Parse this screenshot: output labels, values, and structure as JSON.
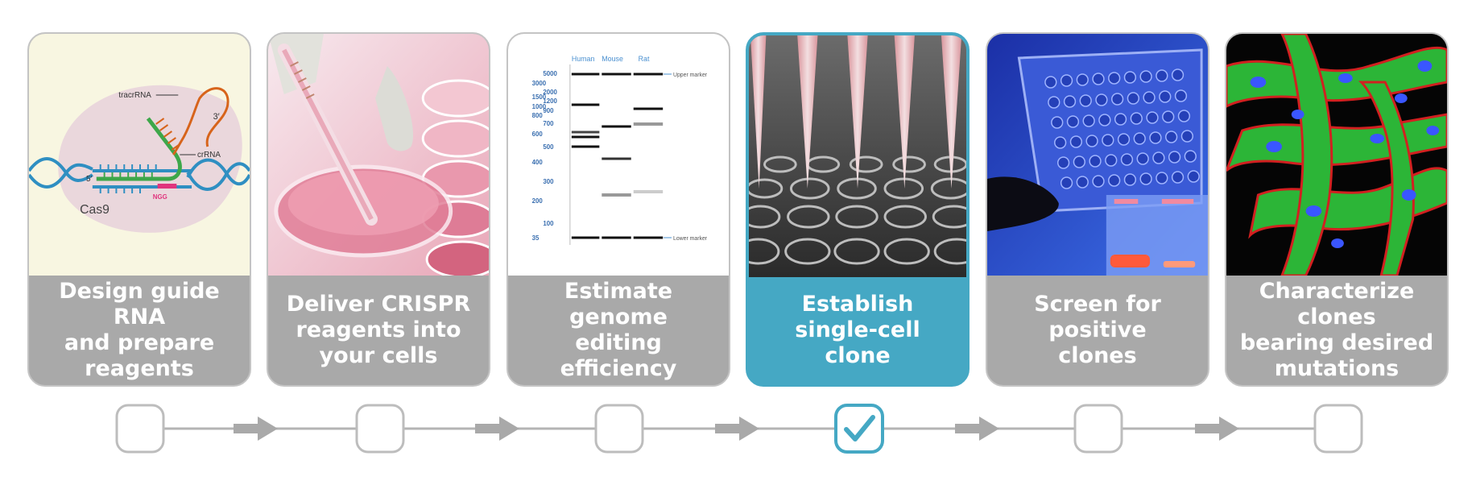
{
  "steps": [
    {
      "label": "Design guide RNA\nand prepare\nreagents",
      "checked": false,
      "image": "cas9-grna-diagram",
      "diagram_text": {
        "tracrrna": "tracrRNA",
        "three_prime": "3′",
        "crrna": "crRNA",
        "five_prime": "5′",
        "ngg": "NGG",
        "cas9": "Cas9"
      }
    },
    {
      "label": "Deliver CRISPR\nreagents into\nyour cells",
      "checked": false,
      "image": "pipette-petri-dish-photo"
    },
    {
      "label": "Estimate genome\nediting efficiency",
      "checked": false,
      "image": "gel-electrophoresis-chart",
      "gel_text": {
        "lanes": [
          "Human",
          "Mouse",
          "Rat"
        ],
        "ladder": [
          "5000",
          "3000",
          "2000",
          "1500",
          "1200",
          "1000",
          "900",
          "800",
          "700",
          "600",
          "500",
          "400",
          "300",
          "200",
          "100",
          "35"
        ],
        "upper_marker": "Upper marker",
        "lower_marker": "Lower marker"
      }
    },
    {
      "label": "Establish single-cell\nclone",
      "checked": true,
      "image": "multichannel-pipette-plate-photo"
    },
    {
      "label": "Screen for positive\nclones",
      "checked": false,
      "image": "blue-well-plate-photo"
    },
    {
      "label": "Characterize clones\nbearing desired\nmutations",
      "checked": false,
      "image": "fluorescent-cells-photo"
    }
  ],
  "colors": {
    "accent": "#45a8c4",
    "inactive": "#a9a9a9",
    "border": "#c4c4c4",
    "arrow": "#a9a9a9"
  }
}
